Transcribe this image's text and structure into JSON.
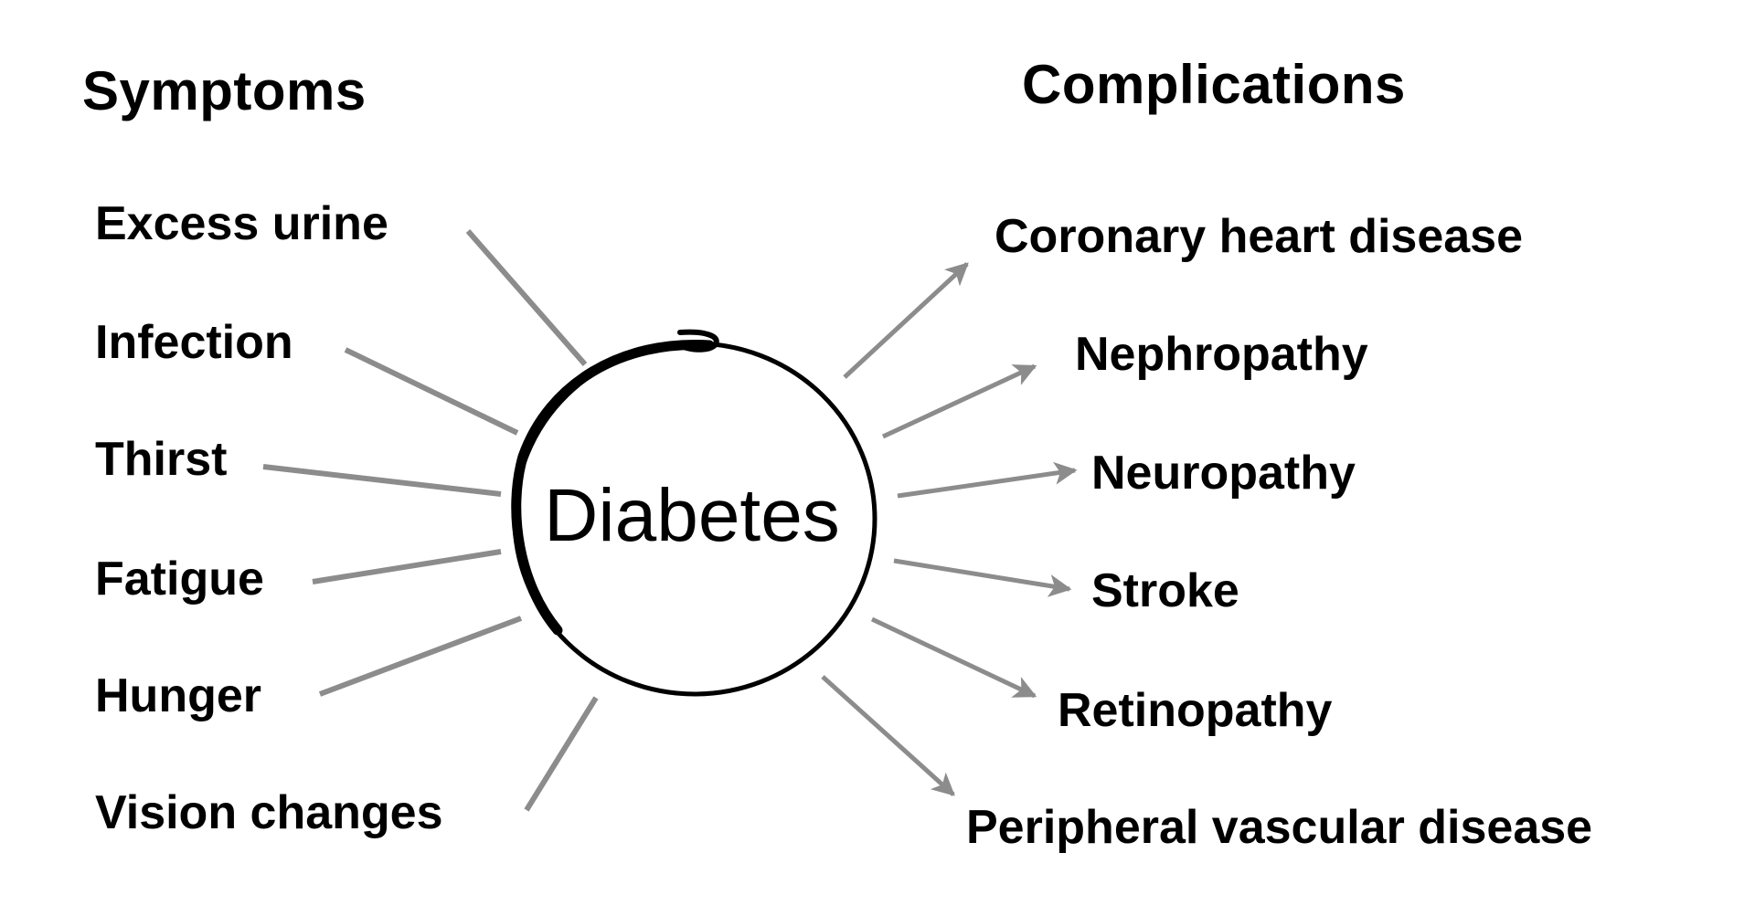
{
  "headings": {
    "symptoms": "Symptoms",
    "complications": "Complications"
  },
  "center": {
    "label": "Diabetes"
  },
  "symptoms": [
    "Excess urine",
    "Infection",
    "Thirst",
    "Fatigue",
    "Hunger",
    "Vision changes"
  ],
  "complications": [
    "Coronary heart disease",
    "Nephropathy",
    "Neuropathy",
    "Stroke",
    "Retinopathy",
    "Peripheral vascular disease"
  ],
  "colors": {
    "text": "#111111",
    "connector": "#8c8c8c",
    "circle": "#000000",
    "background": "#ffffff"
  }
}
